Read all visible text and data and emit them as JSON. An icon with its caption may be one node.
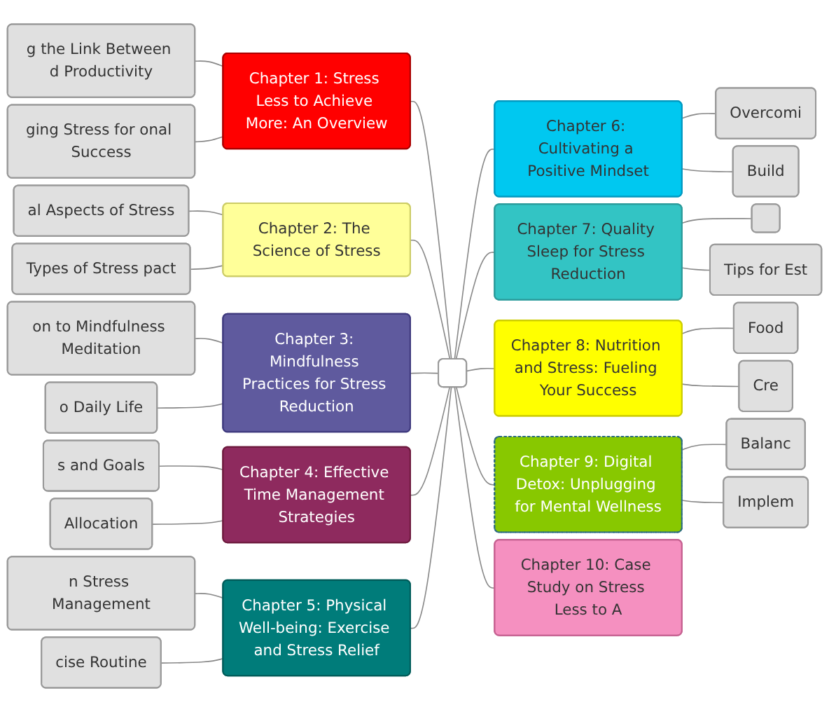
{
  "diagram": {
    "nodes": [
      {
        "text": [],
        "shape": "box"
      },
      {
        "text": [
          "Chapter 1: Stress Less to Achieve More: An Overview"
        ]
      },
      {
        "text": [
          "g the Link Between d Productivity"
        ]
      },
      {
        "text": [
          "ging Stress for onal Success"
        ]
      },
      {
        "text": [
          "Chapter 2: The Science of Stress"
        ]
      },
      {
        "text": [
          "al Aspects of Stress"
        ]
      },
      {
        "text": [
          "Types of Stress pact"
        ]
      },
      {
        "text": [
          "Chapter 3: Mindfulness Practices for Stress Reduction"
        ]
      },
      {
        "text": [
          "on to Mindfulness Meditation"
        ]
      },
      {
        "text": [
          "o Daily Life"
        ]
      },
      {
        "text": [
          "Chapter 4: Effective Time Management Strategies"
        ]
      },
      {
        "text": [
          "s and Goals"
        ]
      },
      {
        "text": [
          "Allocation"
        ]
      },
      {
        "text": [
          "Chapter 5: Physical Well-being: Exercise and Stress Relief"
        ]
      },
      {
        "text": [
          "n Stress Management"
        ]
      },
      {
        "text": [
          "cise Routine"
        ]
      },
      {
        "text": [
          "Chapter 6: Cultivating a Positive Mindset"
        ]
      },
      {
        "text": [
          "Overcomi"
        ]
      },
      {
        "text": [
          "Build"
        ]
      },
      {
        "text": [
          "Chapter 7: Quality Sleep for Stress Reduction"
        ]
      },
      {
        "text": [],
        "shape": "box"
      },
      {
        "text": [
          "Tips for Est"
        ]
      },
      {
        "text": [
          "Chapter 8: Nutrition and Stress: Fueling Your Success"
        ]
      },
      {
        "text": [
          "Food"
        ]
      },
      {
        "text": [
          "Cre"
        ]
      },
      {
        "text": [
          "Chapter 9: Digital Detox: Unplugging for Mental Wellness"
        ]
      },
      {
        "text": [
          "Balanc"
        ]
      },
      {
        "text": [
          "Implem"
        ]
      },
      {
        "text": [
          "Chapter 10: Case Study on Stress Less to A"
        ]
      }
    ],
    "edges": [
      {
        "from": 2,
        "to": 1,
        "arrow": "none"
      },
      {
        "from": 3,
        "to": 1,
        "arrow": "none"
      },
      {
        "from": 1,
        "to": 0,
        "arrow": "none"
      },
      {
        "from": 5,
        "to": 4,
        "arrow": "none"
      },
      {
        "from": 6,
        "to": 4,
        "arrow": "none"
      },
      {
        "from": 4,
        "to": 0,
        "arrow": "none"
      },
      {
        "from": 8,
        "to": 7,
        "arrow": "none"
      },
      {
        "from": 9,
        "to": 7,
        "arrow": "none"
      },
      {
        "from": 7,
        "to": 0,
        "arrow": "none"
      },
      {
        "from": 11,
        "to": 10,
        "arrow": "none"
      },
      {
        "from": 12,
        "to": 10,
        "arrow": "none"
      },
      {
        "from": 10,
        "to": 0,
        "arrow": "none"
      },
      {
        "from": 14,
        "to": 13,
        "arrow": "none"
      },
      {
        "from": 15,
        "to": 13,
        "arrow": "none"
      },
      {
        "from": 13,
        "to": 0,
        "arrow": "none"
      },
      {
        "from": 0,
        "to": 16,
        "arrow": "none"
      },
      {
        "from": 16,
        "to": 17,
        "arrow": "none"
      },
      {
        "from": 16,
        "to": 18,
        "arrow": "none"
      },
      {
        "from": 0,
        "to": 19,
        "arrow": "none"
      },
      {
        "from": 19,
        "to": 20,
        "arrow": "none"
      },
      {
        "from": 19,
        "to": 21,
        "arrow": "none"
      },
      {
        "from": 0,
        "to": 22,
        "arrow": "none"
      },
      {
        "from": 22,
        "to": 23,
        "arrow": "none"
      },
      {
        "from": 22,
        "to": 24,
        "arrow": "none"
      },
      {
        "from": 0,
        "to": 25,
        "arrow": "none"
      },
      {
        "from": 25,
        "to": 26,
        "arrow": "none"
      },
      {
        "from": 25,
        "to": 27,
        "arrow": "none"
      },
      {
        "from": 0,
        "to": 28,
        "arrow": "none"
      }
    ]
  }
}
